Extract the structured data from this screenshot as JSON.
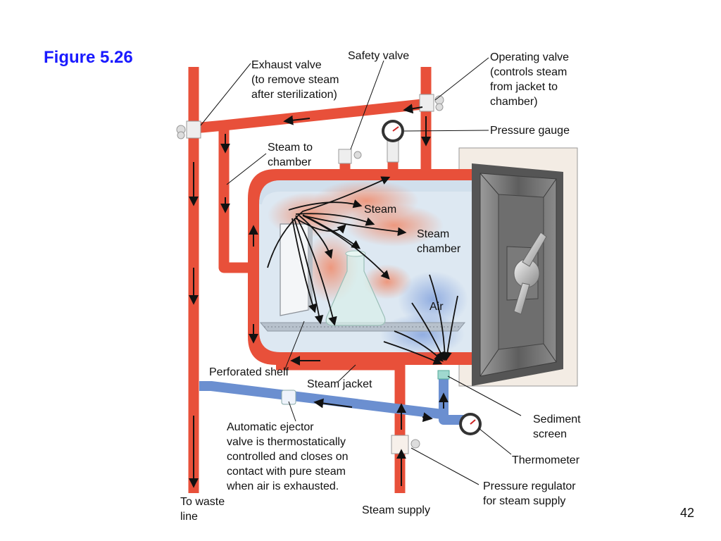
{
  "figure_title": "Figure 5.26",
  "page_number": "42",
  "labels": {
    "exhaust_valve": "Exhaust valve\n(to remove steam\nafter sterilization)",
    "safety_valve": "Safety valve",
    "operating_valve": "Operating valve\n(controls steam\nfrom jacket to\nchamber)",
    "pressure_gauge": "Pressure gauge",
    "steam_to_chamber": "Steam to\nchamber",
    "steam": "Steam",
    "steam_chamber": "Steam\nchamber",
    "air": "Air",
    "perforated_shelf": "Perforated shelf",
    "steam_jacket": "Steam jacket",
    "sediment_screen": "Sediment\nscreen",
    "thermometer": "Thermometer",
    "automatic_ejector": "Automatic ejector\nvalve is thermostatically\ncontrolled and closes on\ncontact with pure steam\nwhen air is exhausted.",
    "pressure_regulator": "Pressure regulator\nfor steam supply",
    "steam_supply": "Steam supply",
    "to_waste_line": "To waste\nline"
  },
  "colors": {
    "title": "#1a1aff",
    "steam_pipe": "#e8503a",
    "air_pipe": "#6b8fd0",
    "chamber_fill": "#dde8f2",
    "door": "#6a6a6a"
  }
}
